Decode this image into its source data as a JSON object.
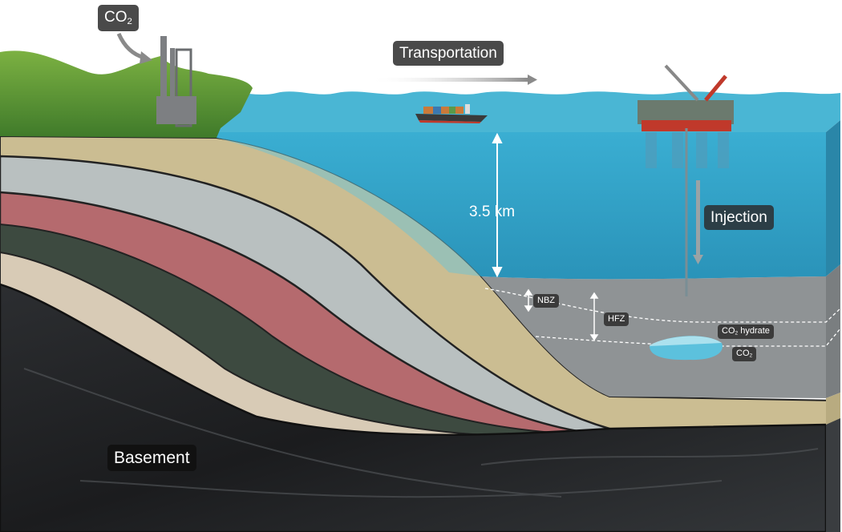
{
  "labels": {
    "co2_source": {
      "main": "CO",
      "sub": "2"
    },
    "transportation": "Transportation",
    "depth": "3.5 km",
    "injection": "Injection",
    "basement": "Basement",
    "nbz": "NBZ",
    "hfz": "HFZ",
    "co2_hydrate": {
      "main": "CO",
      "sub": "2",
      "rest": " hydrate"
    },
    "co2_pool": {
      "main": "CO",
      "sub": "2"
    }
  },
  "colors": {
    "water": "#2f9fc4",
    "water_surface": "#4bb8d6",
    "sediment": "#8e9294",
    "label_bg": "#4a4a4a"
  }
}
